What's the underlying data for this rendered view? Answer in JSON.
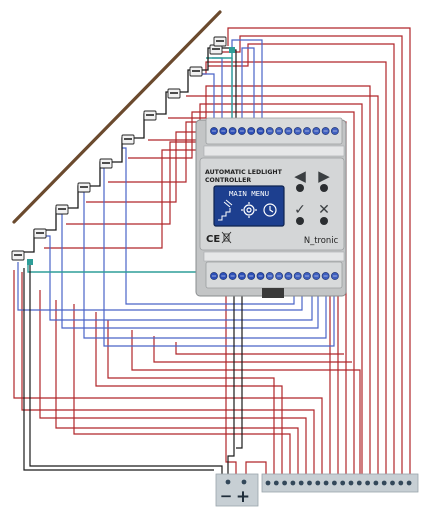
{
  "colors": {
    "red": "#b0262a",
    "blue": "#4a64c8",
    "teal": "#2e9e98",
    "black": "#1a1a1a",
    "stair_rail": "#6b4a2e",
    "module_body": "#c9cbcc",
    "module_front": "#d4d6d7",
    "display_bg": "#1d3f8f",
    "terminal_blue": "#2d4fb8",
    "psu_box": "#c7cfd4"
  },
  "controller": {
    "title_line1": "AUTOMATIC LEDLIGHT",
    "title_line2": "CONTROLLER",
    "menu_title": "MAIN MENU",
    "brand": "N_tronic",
    "ce_mark": "CE"
  },
  "nav_buttons": {
    "left": "◀",
    "right": "▶",
    "ok": "✓",
    "cancel": "✕"
  },
  "power_supply": {
    "minus": "−",
    "plus": "+"
  },
  "icons": [
    "stair-sensor-icon",
    "gear-icon",
    "clock-icon",
    "arrow-left-icon",
    "arrow-right-icon",
    "check-icon",
    "cross-icon",
    "ce-icon",
    "weee-bin-icon"
  ]
}
